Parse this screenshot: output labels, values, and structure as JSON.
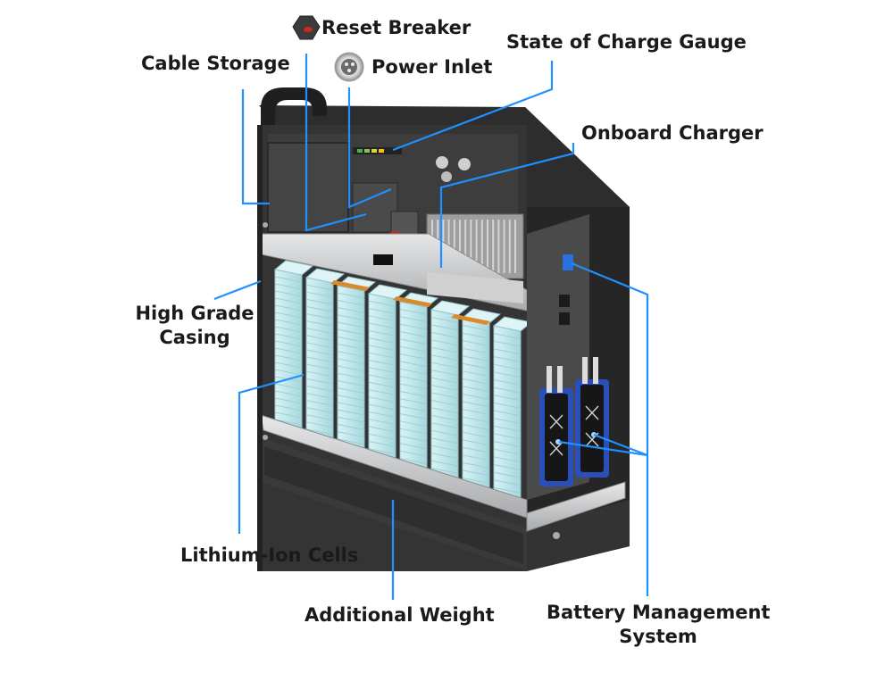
{
  "colors": {
    "leader": "#1e90ff",
    "casing": "#2b2b2b",
    "casing_side": "#3a3a3a",
    "cell": "#bfe6ea",
    "cell_edge": "#8fc4cb",
    "shelf": "#cfd0d2",
    "charger_fins": "#b9b9b9",
    "bms_board": "#1a1a1a",
    "bms_blue": "#2a4fb8",
    "tab_orange": "#d98a2b",
    "breaker_red": "#cc2a1f"
  },
  "labels": {
    "reset_breaker": "Reset Breaker",
    "cable_storage": "Cable Storage",
    "power_inlet": "Power Inlet",
    "state_of_charge_gauge": "State of Charge Gauge",
    "onboard_charger": "Onboard Charger",
    "high_grade_casing_line1": "High Grade",
    "high_grade_casing_line2": "Casing",
    "lithium_ion_cells": "Lithium-Ion Cells",
    "additional_weight": "Additional Weight",
    "bms_line1": "Battery Management",
    "bms_line2": "System"
  },
  "icons": [
    "reset-breaker-icon",
    "power-inlet-icon"
  ]
}
